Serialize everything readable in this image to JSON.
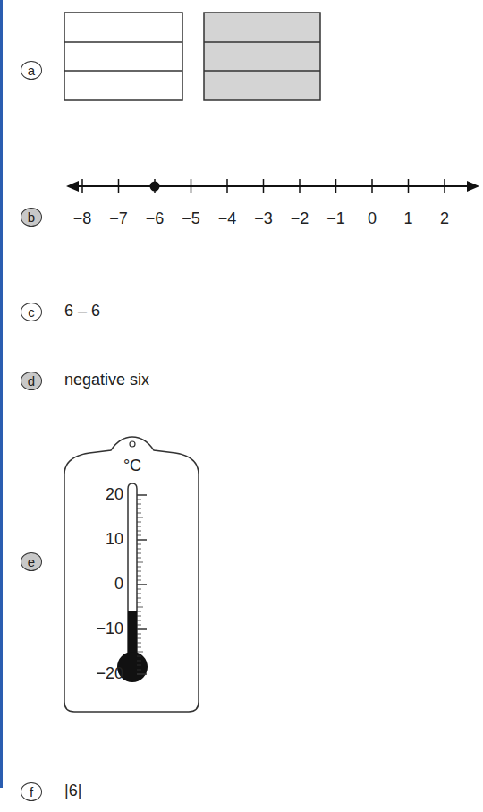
{
  "diagram": {
    "nodes": [
      {
        "text": [
          "a"
        ]
      },
      {
        "text": [
          "b"
        ]
      },
      {
        "text": [
          "c"
        ]
      },
      {
        "text": [
          "d"
        ]
      },
      {
        "text": [
          "e"
        ]
      },
      {
        "text": [
          "f"
        ]
      }
    ],
    "labels": [
      "−8",
      "−7",
      "−6",
      "−5",
      "−4",
      "−3",
      "−2",
      "−1",
      "0",
      "1",
      "2",
      "6 – 6",
      "negative six",
      "°C",
      "20",
      "10",
      "0",
      "−10",
      "−20",
      "|6|"
    ]
  }
}
